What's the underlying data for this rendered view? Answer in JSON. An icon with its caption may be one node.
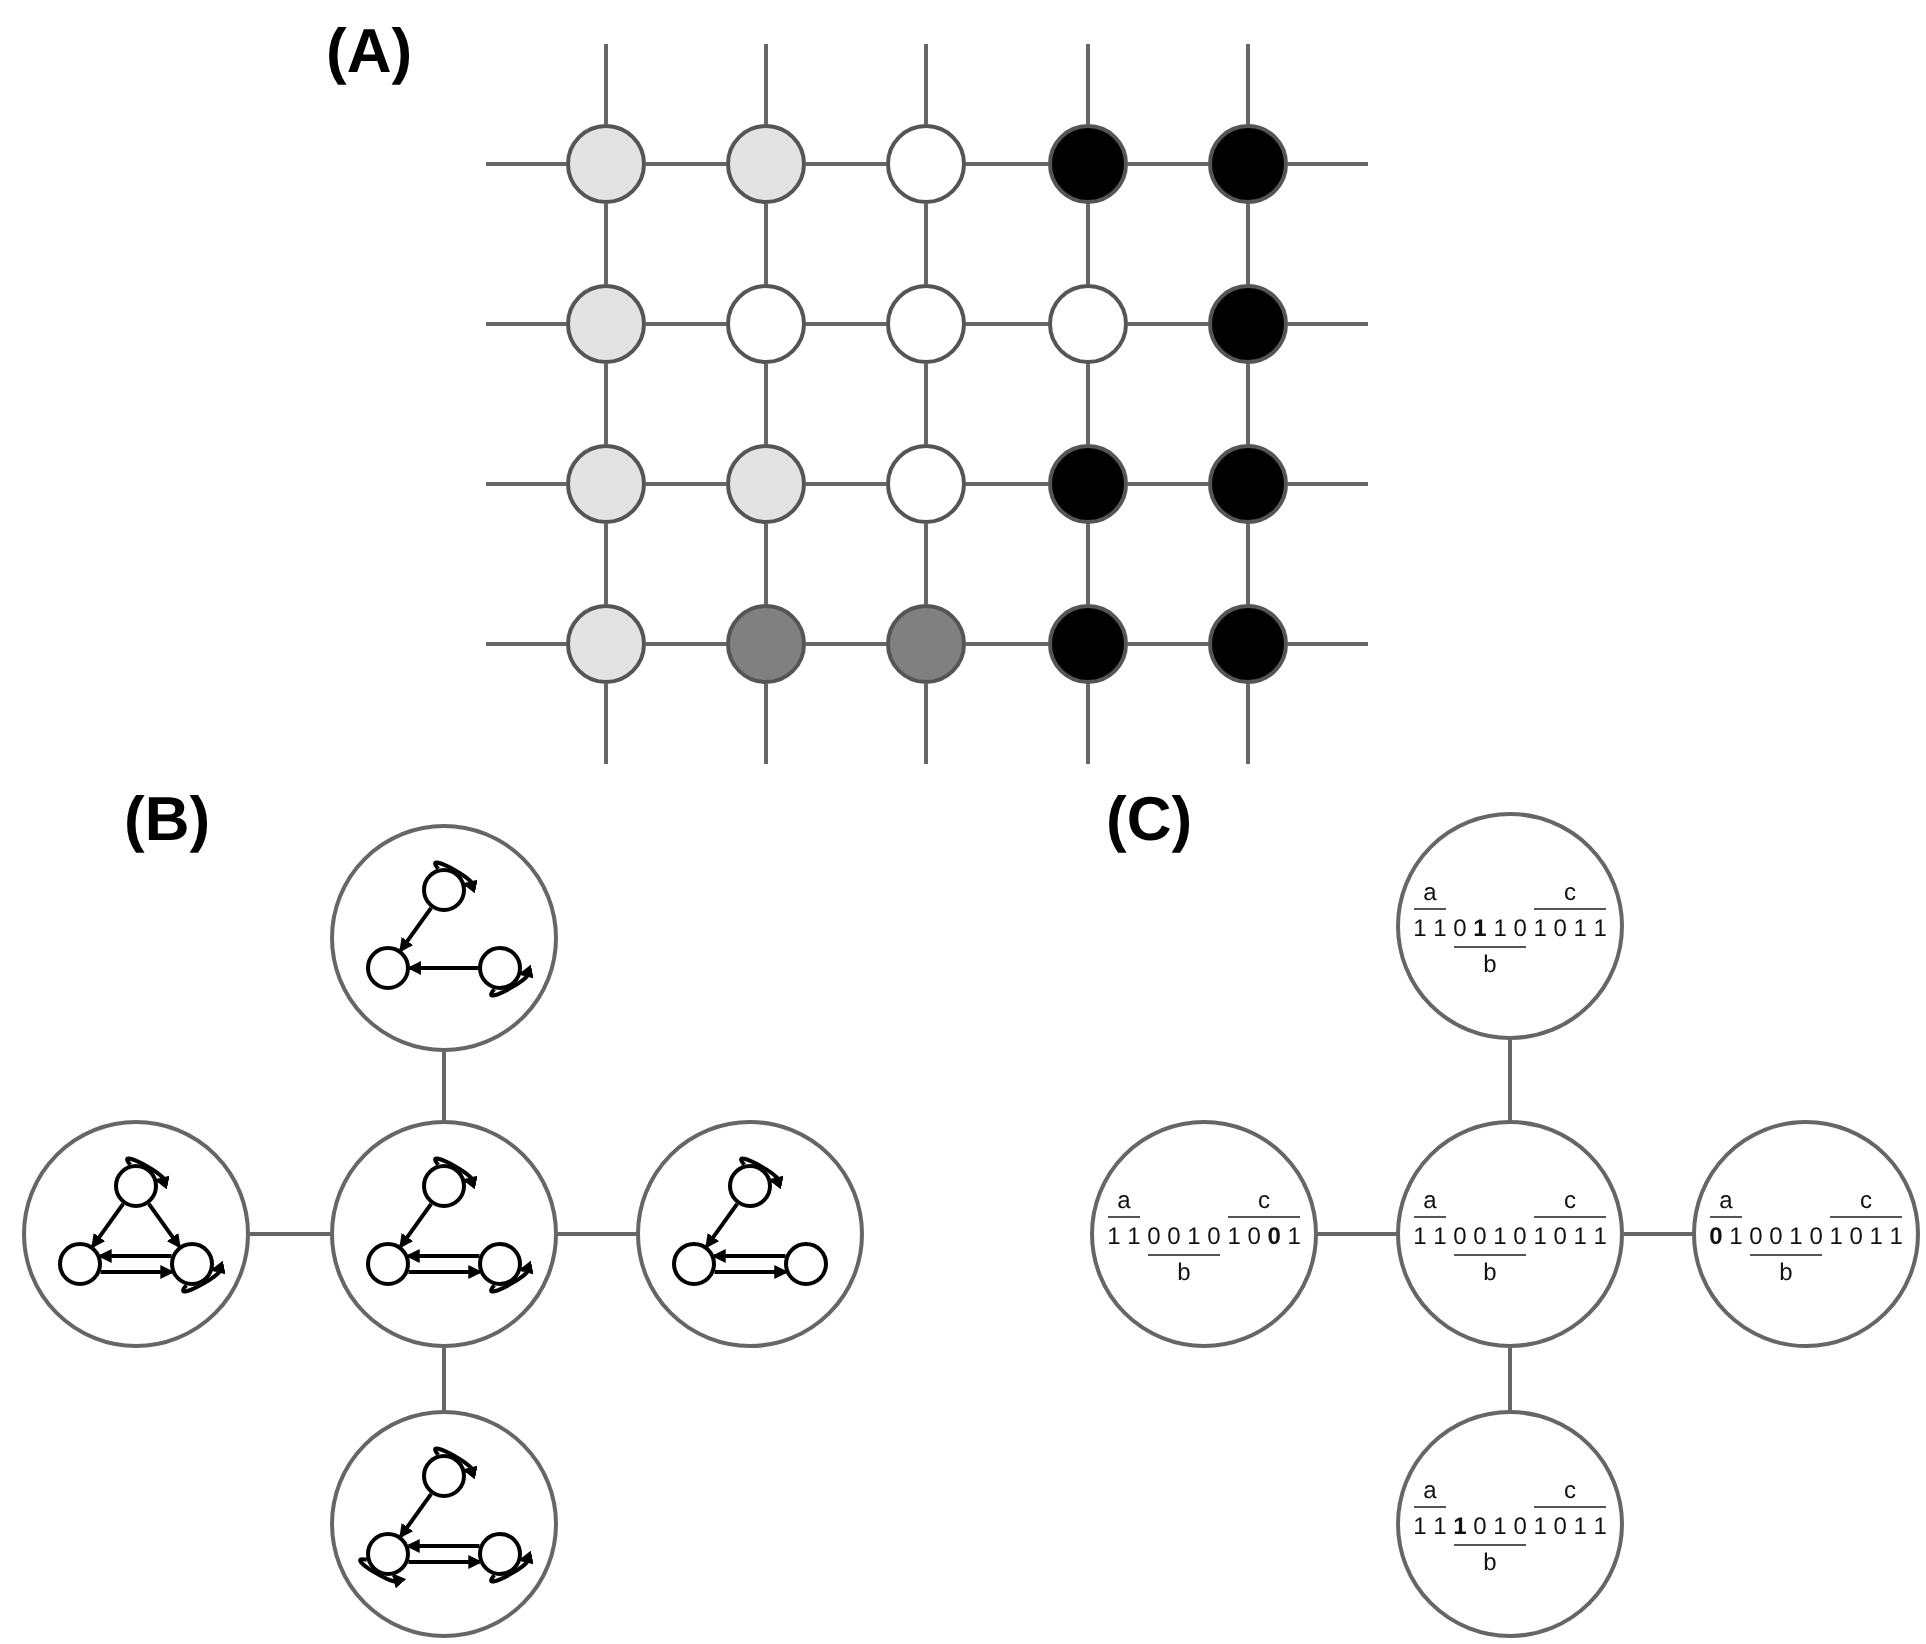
{
  "diagram": {
    "nodes": [
      {
        "text": [],
        "shape": "circle"
      },
      {
        "text": [],
        "shape": "circle"
      },
      {
        "text": [],
        "shape": "circle"
      },
      {
        "text": [],
        "shape": "circle"
      },
      {
        "text": [],
        "shape": "circle"
      },
      {
        "text": [],
        "shape": "circle"
      },
      {
        "text": [],
        "shape": "circle"
      },
      {
        "text": [],
        "shape": "circle"
      },
      {
        "text": [],
        "shape": "circle"
      },
      {
        "text": [],
        "shape": "circle"
      },
      {
        "text": [],
        "shape": "circle"
      },
      {
        "text": [],
        "shape": "circle"
      },
      {
        "text": [],
        "shape": "circle"
      },
      {
        "text": [],
        "shape": "circle"
      },
      {
        "text": [],
        "shape": "circle"
      },
      {
        "text": [],
        "shape": "circle"
      },
      {
        "text": [],
        "shape": "circle"
      },
      {
        "text": [],
        "shape": "circle"
      },
      {
        "text": [],
        "shape": "circle"
      },
      {
        "text": [],
        "shape": "circle"
      },
      {
        "text": [],
        "shape": "circle"
      },
      {
        "text": [],
        "shape": "circle",
        "in": 20
      },
      {
        "text": [],
        "shape": "circle",
        "in": 20
      },
      {
        "text": [],
        "shape": "circle",
        "in": 20
      },
      {
        "text": [],
        "shape": "circle"
      },
      {
        "text": [],
        "shape": "circle",
        "in": 24
      },
      {
        "text": [],
        "shape": "circle",
        "in": 24
      },
      {
        "text": [],
        "shape": "circle",
        "in": 24
      },
      {
        "text": [],
        "shape": "circle"
      },
      {
        "text": [],
        "shape": "circle",
        "in": 28
      },
      {
        "text": [],
        "shape": "circle",
        "in": 28
      },
      {
        "text": [],
        "shape": "circle",
        "in": 28
      },
      {
        "text": [],
        "shape": "circle"
      },
      {
        "text": [],
        "shape": "circle",
        "in": 32
      },
      {
        "text": [],
        "shape": "circle",
        "in": 32
      },
      {
        "text": [],
        "shape": "circle",
        "in": 32
      },
      {
        "text": [],
        "shape": "circle"
      },
      {
        "text": [],
        "shape": "circle",
        "in": 36
      },
      {
        "text": [],
        "shape": "circle",
        "in": 36
      },
      {
        "text": [],
        "shape": "circle",
        "in": 36
      },
      {
        "text": [
          "a",
          "c",
          "1 1 0 **1** 1 0 1 0 1 1",
          "b"
        ]
      },
      {
        "text": [
          "a",
          "c",
          "1 1 0 0 1 0 1 0 **0** 1",
          "b"
        ]
      },
      {
        "text": [
          "a",
          "c",
          "1 1 0 0 1 0 1 0 1 1",
          "b"
        ]
      },
      {
        "text": [
          "a",
          "c",
          "**0** 1 0 0 1 0 1 0 1 1",
          "b"
        ]
      },
      {
        "text": [
          "a",
          "c",
          "1 1 **1** 0 1 0 1 0 1 1",
          "b"
        ]
      }
    ],
    "edges": [
      {
        "from": null,
        "to": 0,
        "arrow": "none"
      },
      {
        "from": null,
        "to": 1,
        "arrow": "none"
      },
      {
        "from": null,
        "to": 2,
        "arrow": "none"
      },
      {
        "from": null,
        "to": 3,
        "arrow": "none"
      },
      {
        "from": null,
        "to": 4,
        "arrow": "none"
      },
      {
        "from": null,
        "to": 15,
        "arrow": "none"
      },
      {
        "from": null,
        "to": 16,
        "arrow": "none"
      },
      {
        "from": null,
        "to": 17,
        "arrow": "none"
      },
      {
        "from": null,
        "to": 18,
        "arrow": "none"
      },
      {
        "from": null,
        "to": 19,
        "arrow": "none"
      },
      {
        "from": null,
        "to": 0,
        "arrow": "none"
      },
      {
        "from": null,
        "to": 5,
        "arrow": "none"
      },
      {
        "from": null,
        "to": 10,
        "arrow": "none"
      },
      {
        "from": null,
        "to": 15,
        "arrow": "none"
      },
      {
        "from": null,
        "to": 4,
        "arrow": "none"
      },
      {
        "from": null,
        "to": 9,
        "arrow": "none"
      },
      {
        "from": null,
        "to": 14,
        "arrow": "none"
      },
      {
        "from": null,
        "to": 19,
        "arrow": "none"
      },
      {
        "from": 0,
        "to": 1,
        "arrow": "none"
      },
      {
        "from": 1,
        "to": 2,
        "arrow": "none"
      },
      {
        "from": 2,
        "to": 3,
        "arrow": "none"
      },
      {
        "from": 3,
        "to": 4,
        "arrow": "none"
      },
      {
        "from": 5,
        "to": 6,
        "arrow": "none"
      },
      {
        "from": 6,
        "to": 7,
        "arrow": "none"
      },
      {
        "from": 7,
        "to": 8,
        "arrow": "none"
      },
      {
        "from": 8,
        "to": 9,
        "arrow": "none"
      },
      {
        "from": 10,
        "to": 11,
        "arrow": "none"
      },
      {
        "from": 11,
        "to": 12,
        "arrow": "none"
      },
      {
        "from": 12,
        "to": 13,
        "arrow": "none"
      },
      {
        "from": 13,
        "to": 14,
        "arrow": "none"
      },
      {
        "from": 15,
        "to": 16,
        "arrow": "none"
      },
      {
        "from": 16,
        "to": 17,
        "arrow": "none"
      },
      {
        "from": 17,
        "to": 18,
        "arrow": "none"
      },
      {
        "from": 18,
        "to": 19,
        "arrow": "none"
      },
      {
        "from": 0,
        "to": 5,
        "arrow": "none"
      },
      {
        "from": 1,
        "to": 6,
        "arrow": "none"
      },
      {
        "from": 2,
        "to": 7,
        "arrow": "none"
      },
      {
        "from": 3,
        "to": 8,
        "arrow": "none"
      },
      {
        "from": 4,
        "to": 9,
        "arrow": "none"
      },
      {
        "from": 5,
        "to": 10,
        "arrow": "none"
      },
      {
        "from": 6,
        "to": 11,
        "arrow": "none"
      },
      {
        "from": 7,
        "to": 12,
        "arrow": "none"
      },
      {
        "from": 8,
        "to": 13,
        "arrow": "none"
      },
      {
        "from": 9,
        "to": 14,
        "arrow": "none"
      },
      {
        "from": 10,
        "to": 15,
        "arrow": "none"
      },
      {
        "from": 11,
        "to": 16,
        "arrow": "none"
      },
      {
        "from": 12,
        "to": 17,
        "arrow": "none"
      },
      {
        "from": 13,
        "to": 18,
        "arrow": "none"
      },
      {
        "from": 14,
        "to": 19,
        "arrow": "none"
      },
      {
        "from": 21,
        "to": 21,
        "arrow": "to",
        "color": "#000000"
      },
      {
        "from": 21,
        "to": 22,
        "arrow": "to",
        "color": "#000000"
      },
      {
        "from": 23,
        "to": 22,
        "arrow": "to",
        "color": "#000000"
      },
      {
        "from": 23,
        "to": 23,
        "arrow": "to",
        "color": "#000000"
      },
      {
        "from": 25,
        "to": 25,
        "arrow": "to",
        "color": "#000000"
      },
      {
        "from": 25,
        "to": 26,
        "arrow": "to",
        "color": "#000000"
      },
      {
        "from": 25,
        "to": 27,
        "arrow": "to",
        "color": "#000000"
      },
      {
        "from": 27,
        "to": 26,
        "arrow": "to",
        "color": "#000000"
      },
      {
        "from": 26,
        "to": 27,
        "arrow": "to",
        "color": "#000000"
      },
      {
        "from": 27,
        "to": 27,
        "arrow": "to",
        "color": "#000000"
      },
      {
        "from": 29,
        "to": 29,
        "arrow": "to",
        "color": "#000000"
      },
      {
        "from": 29,
        "to": 30,
        "arrow": "to",
        "color": "#000000"
      },
      {
        "from": 31,
        "to": 30,
        "arrow": "to",
        "color": "#000000"
      },
      {
        "from": 30,
        "to": 31,
        "arrow": "to",
        "color": "#000000"
      },
      {
        "from": 31,
        "to": 31,
        "arrow": "to",
        "color": "#000000"
      },
      {
        "from": 33,
        "to": 33,
        "arrow": "to",
        "color": "#000000"
      },
      {
        "from": 33,
        "to": 34,
        "arrow": "to",
        "color": "#000000"
      },
      {
        "from": 35,
        "to": 34,
        "arrow": "to",
        "color": "#000000"
      },
      {
        "from": 34,
        "to": 35,
        "arrow": "to",
        "color": "#000000"
      },
      {
        "from": 37,
        "to": 37,
        "arrow": "to",
        "color": "#000000"
      },
      {
        "from": 37,
        "to": 38,
        "arrow": "to",
        "color": "#000000"
      },
      {
        "from": 39,
        "to": 38,
        "arrow": "to",
        "color": "#000000"
      },
      {
        "from": 38,
        "to": 39,
        "arrow": "to",
        "color": "#000000"
      },
      {
        "from": 38,
        "to": 38,
        "arrow": "to",
        "color": "#000000"
      },
      {
        "from": 39,
        "to": 39,
        "arrow": "to",
        "color": "#000000"
      },
      {
        "from": 20,
        "to": 28,
        "arrow": "none"
      },
      {
        "from": 24,
        "to": 28,
        "arrow": "none"
      },
      {
        "from": 28,
        "to": 32,
        "arrow": "none"
      },
      {
        "from": 28,
        "to": 36,
        "arrow": "none"
      },
      {
        "from": 40,
        "to": 42,
        "arrow": "none"
      },
      {
        "from": 41,
        "to": 42,
        "arrow": "none"
      },
      {
        "from": 42,
        "to": 43,
        "arrow": "none"
      },
      {
        "from": 42,
        "to": 44,
        "arrow": "none"
      }
    ],
    "labels": [
      "(A)",
      "(B)",
      "(C)"
    ]
  }
}
